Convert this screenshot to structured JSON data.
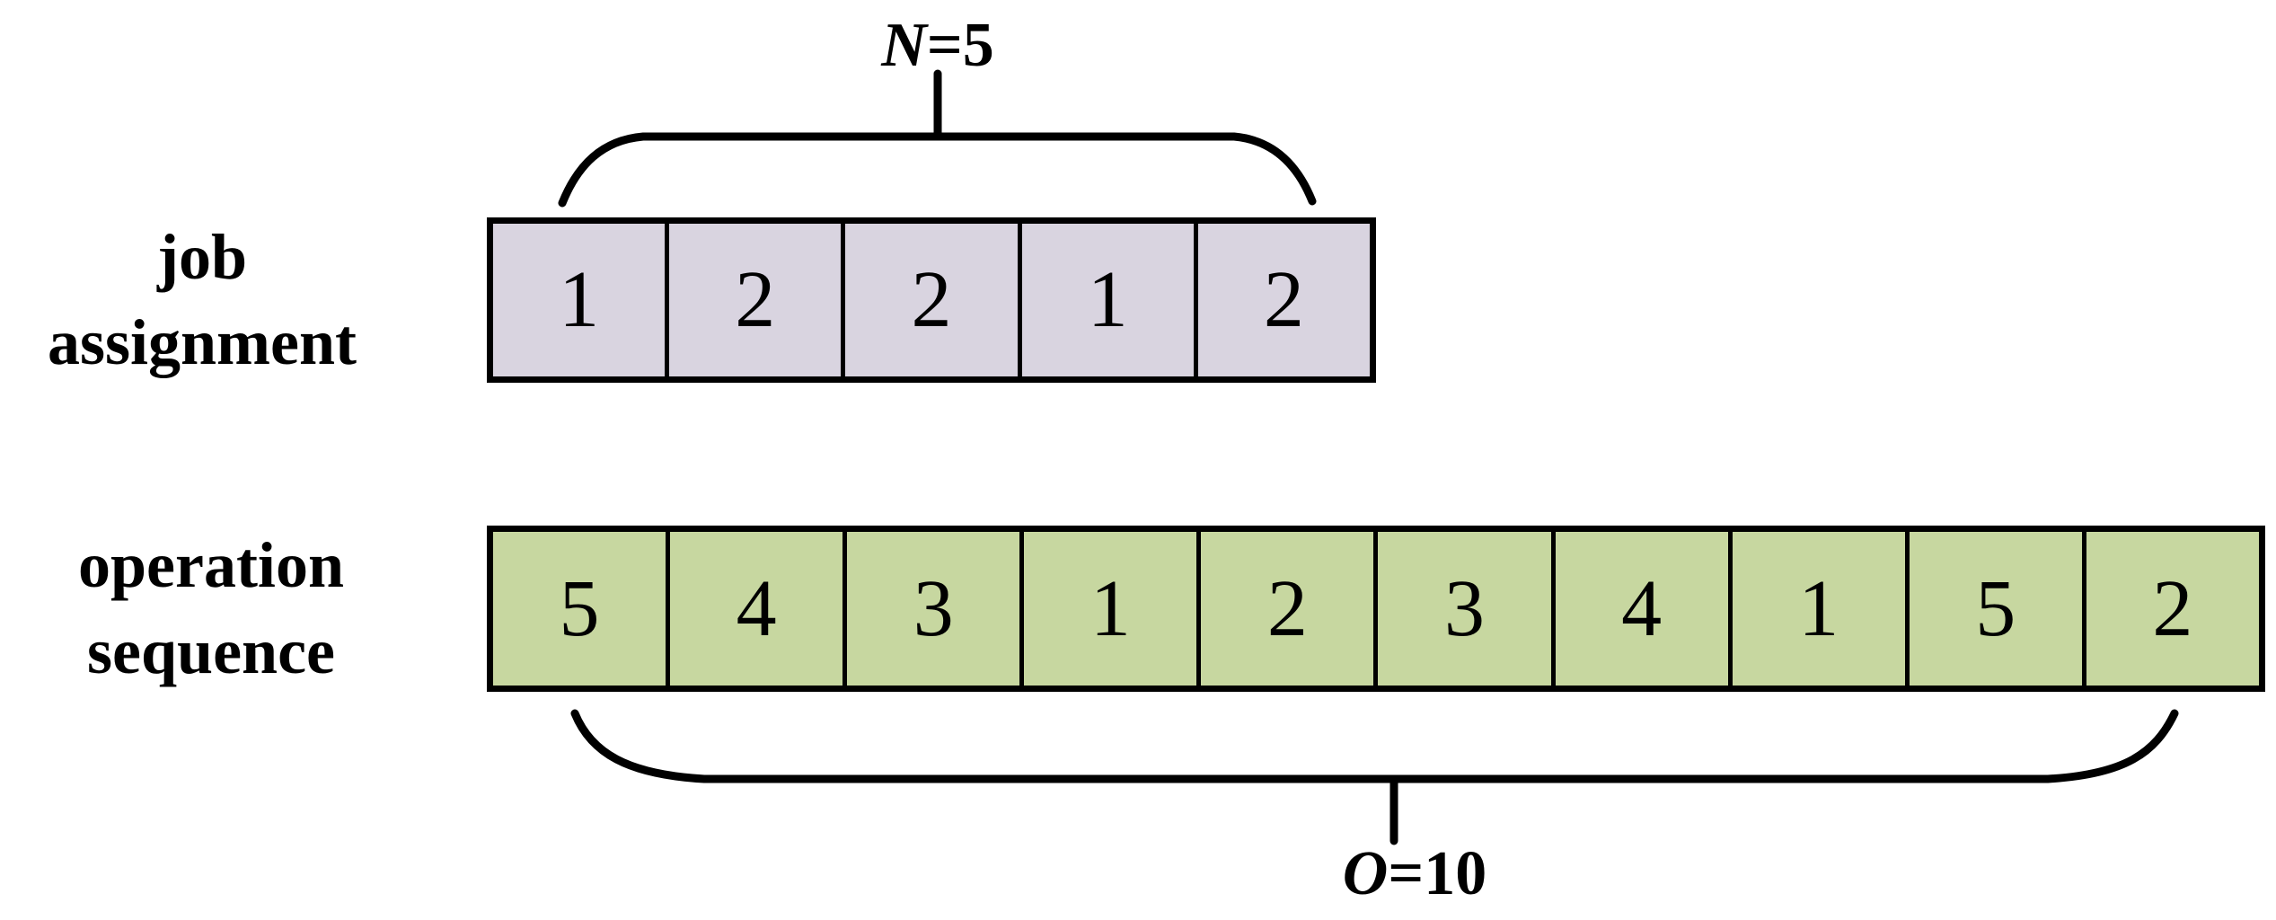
{
  "colors": {
    "background": "#ffffff",
    "line": "#000000",
    "job_assignment_fill": "#d9d4e0",
    "operation_sequence_fill": "#c7d7a0"
  },
  "labels": {
    "job_assignment": {
      "line1": "job",
      "line2": "assignment"
    },
    "operation_sequence": {
      "line1": "operation",
      "line2": "sequence"
    }
  },
  "annotations": {
    "job_count": {
      "symbol": "N",
      "rest": "=5"
    },
    "operation_count": {
      "symbol": "O",
      "rest": "=10"
    }
  },
  "rows": {
    "job_assignment": {
      "values": [
        "1",
        "2",
        "2",
        "1",
        "2"
      ]
    },
    "operation_sequence": {
      "values": [
        "5",
        "4",
        "3",
        "1",
        "2",
        "3",
        "4",
        "1",
        "5",
        "2"
      ]
    }
  }
}
